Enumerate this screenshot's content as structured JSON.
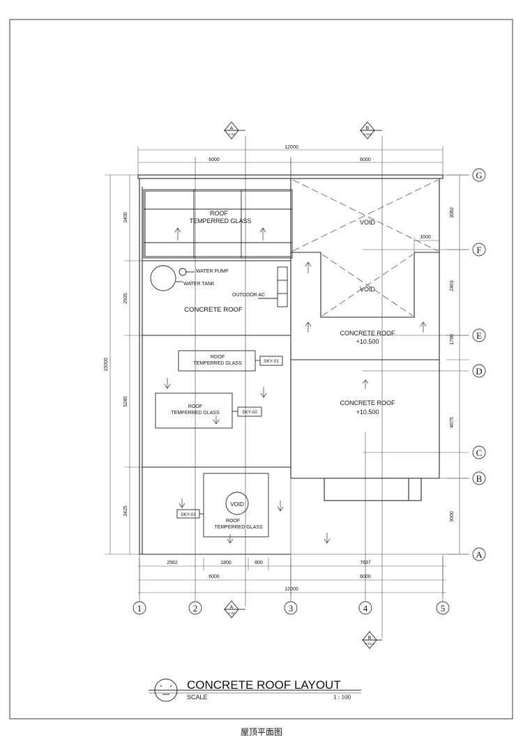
{
  "drawing": {
    "title": "CONCRETE ROOF LAYOUT",
    "scale_label": "SCALE",
    "scale_value": "1 : 100",
    "caption": "屋顶平面图"
  },
  "grid_columns": [
    "1",
    "2",
    "3",
    "4",
    "5"
  ],
  "grid_rows": [
    "G",
    "F",
    "E",
    "D",
    "C",
    "B",
    "A"
  ],
  "dimensions": {
    "top_total": "12000",
    "top_left": "6000",
    "top_right": "6000",
    "left_total": "15000",
    "left_segments": [
      "3400",
      "2935",
      "5240",
      "3425"
    ],
    "right_segments": [
      "3082",
      "2463",
      "1780",
      "4675",
      "3000"
    ],
    "right_offset": "1000",
    "bottom_segments": [
      "2562",
      "1800",
      "800",
      "7637"
    ],
    "bottom_left": "6000",
    "bottom_right": "6000",
    "bottom_total": "12000"
  },
  "section_markers": [
    {
      "letter": "A",
      "ref": "A-02"
    },
    {
      "letter": "B",
      "ref": "A-02a"
    },
    {
      "letter": "A",
      "ref": "A-02"
    },
    {
      "letter": "B",
      "ref": "A-02 a"
    }
  ],
  "labels": {
    "roof_glass_top_1": "ROOF",
    "roof_glass_top_2": "TEMPERRED GLASS",
    "void_1": "VOID",
    "void_2": "VOID",
    "water_pump": "WATER PUMP",
    "water_tank": "WATER TANK",
    "outdoor_ac": "OUTDOOR AC",
    "concrete_roof": "CONCRETE ROOF",
    "concrete_roof_e_1": "CONCRETE ROOF",
    "concrete_roof_e_2": "+10.500",
    "concrete_roof_d_1": "CONCRETE ROOF",
    "concrete_roof_d_2": "+10.500",
    "sky01_1": "ROOF",
    "sky01_2": "TEMPERRED GLASS",
    "sky01_tag": "SKY-01",
    "sky02_1": "ROOF",
    "sky02_2": "TEMPERRED GLASS",
    "sky02_tag": "SKY-02",
    "sky03_tag": "SKY-03",
    "void_3": "VOID",
    "sky03_1": "ROOF",
    "sky03_2": "TEMPERRED GLASS"
  }
}
